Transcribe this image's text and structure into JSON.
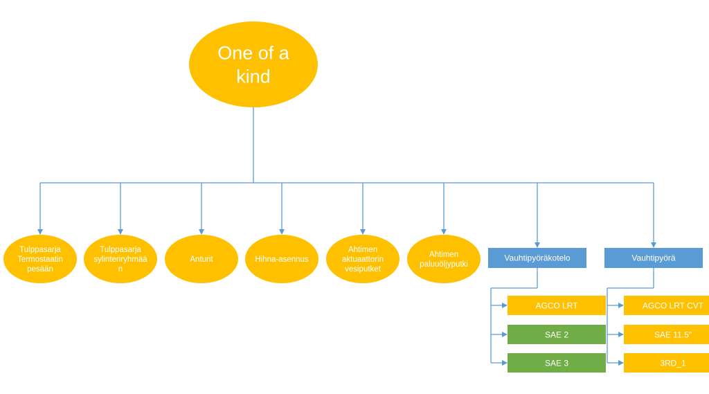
{
  "colors": {
    "root_fill": "#FFC000",
    "oval_fill": "#FFC000",
    "blue_box": "#5B9BD5",
    "orange_box": "#FFC000",
    "green_box": "#70AD47",
    "connector": "#5B9BD5",
    "text": "#FFFFFF"
  },
  "root": {
    "lines": [
      "One of a",
      "kind"
    ]
  },
  "children": [
    {
      "id": "tulppasarja-termostaatin",
      "lines": [
        "Tulppasarja",
        "Termostaatin",
        "pesään"
      ],
      "shape": "oval"
    },
    {
      "id": "tulppasarja-sylinteri",
      "lines": [
        "Tulppasarja",
        "sylinteriryhmää",
        "n"
      ],
      "shape": "oval"
    },
    {
      "id": "anturit",
      "lines": [
        "Anturit"
      ],
      "shape": "oval"
    },
    {
      "id": "hihna-asennus",
      "lines": [
        "Hihna-asennus"
      ],
      "shape": "oval"
    },
    {
      "id": "ahtimen-aktuaattorin",
      "lines": [
        "Ahtimen",
        "aktuaattorin",
        "vesiputket"
      ],
      "shape": "oval"
    },
    {
      "id": "ahtimen-paluuoljy",
      "lines": [
        "Ahtimen",
        "paluuöljyputki"
      ],
      "shape": "oval"
    },
    {
      "id": "vauhtipyorakotelo",
      "lines": [
        "Vauhtipyöräkotelo"
      ],
      "shape": "box",
      "subitems": [
        {
          "label": "AGCO LRT",
          "color": "orange"
        },
        {
          "label": "SAE 2",
          "color": "green"
        },
        {
          "label": "SAE 3",
          "color": "green"
        }
      ]
    },
    {
      "id": "vauhtipyora",
      "lines": [
        "Vauhtipyörä"
      ],
      "shape": "box",
      "subitems": [
        {
          "label": "AGCO LRT CVT",
          "color": "orange"
        },
        {
          "label": "SAE 11.5\"",
          "color": "orange"
        },
        {
          "label": "3RD_1",
          "color": "orange"
        }
      ]
    }
  ]
}
